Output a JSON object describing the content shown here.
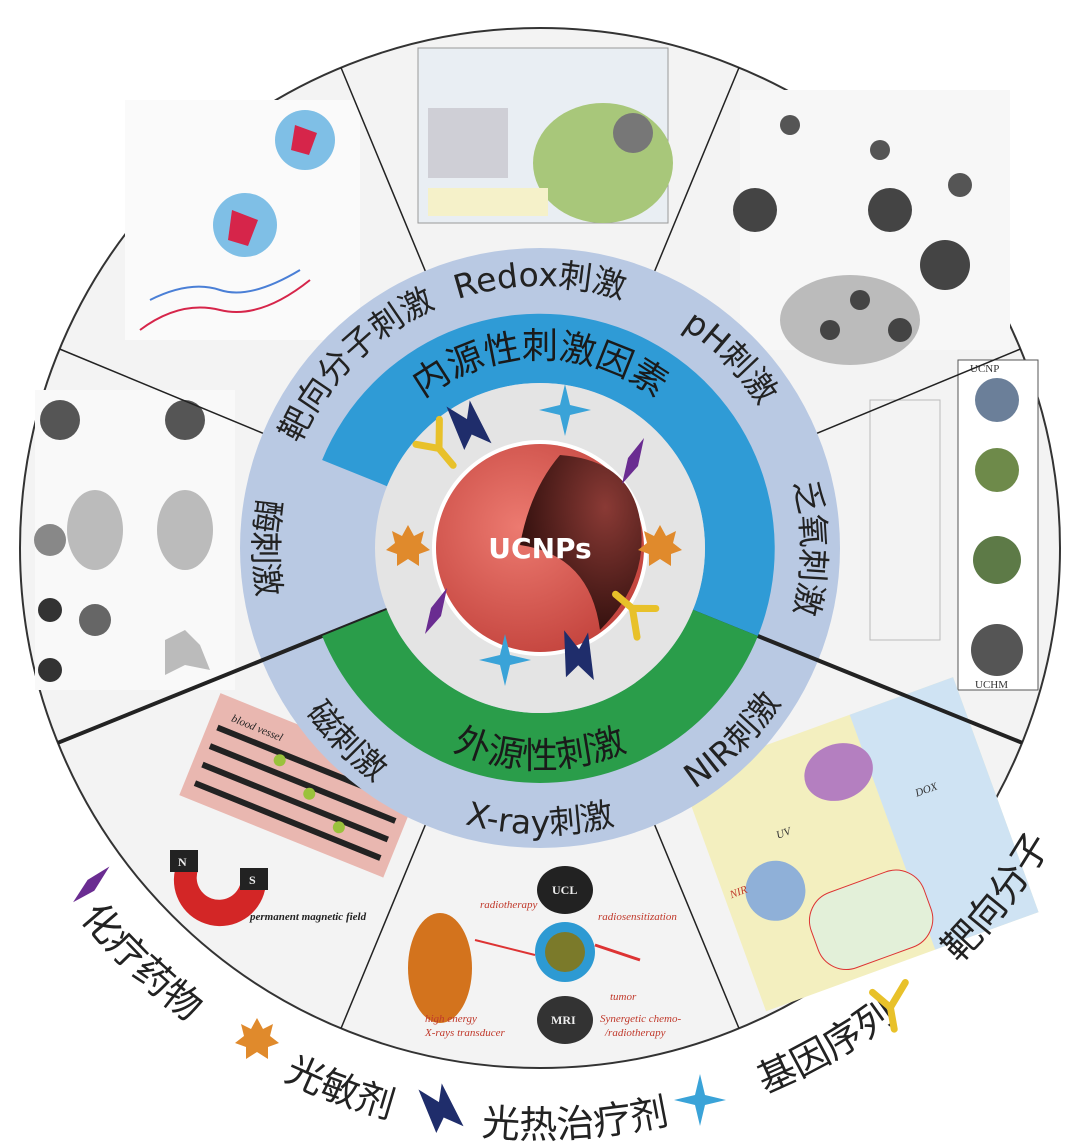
{
  "center": {
    "label": "UCNPs"
  },
  "bands": {
    "endogenous": "内源性刺激因素",
    "exogenous": "外源性刺激"
  },
  "sectors": {
    "targeting": "靶向分子刺激",
    "redox": "Redox刺激",
    "ph": "pH刺激",
    "hypoxia": "乏氧刺激",
    "nir": "NIR刺激",
    "xray": "X-ray刺激",
    "magnetic": "磁刺激",
    "enzyme": "酶刺激"
  },
  "panels": {
    "xray": {
      "ucl": "UCL",
      "mri": "MRI",
      "radiotherapy": "radiotherapy",
      "radiosensitization": "radiosensitization",
      "tumor": "tumor",
      "transducer_1": "high energy",
      "transducer_2": "X-rays transducer",
      "synergetic_1": "Synergetic chemo-",
      "synergetic_2": "/radiotherapy"
    },
    "magnetic": {
      "north": "N",
      "south": "S",
      "vessel": "blood vessel",
      "field": "permanent magnetic field"
    },
    "nir": {
      "nir": "NIR",
      "uv": "UV",
      "dox": "DOX"
    },
    "hypoxia": {
      "ucnp": "UCNP",
      "uchm": "UCHM"
    }
  },
  "legend": [
    {
      "key": "chemo",
      "label": "化疗药物",
      "icon": "diamond",
      "color": "#6a2c91"
    },
    {
      "key": "photosensitizer",
      "label": "光敏剂",
      "icon": "star8",
      "color": "#e08a2c"
    },
    {
      "key": "photothermal",
      "label": "光热治疗剂",
      "icon": "chevron",
      "color": "#1f2d6b"
    },
    {
      "key": "gene",
      "label": "基因序列",
      "icon": "star4",
      "color": "#3aa3d8"
    },
    {
      "key": "targeting",
      "label": "靶向分子",
      "icon": "y-shape",
      "color": "#e8c12a"
    }
  ],
  "colors": {
    "endogenous": "#2f9bd6",
    "exogenous": "#2a9d4a",
    "ring": "#b9c9e3",
    "core": "#d9534f"
  }
}
